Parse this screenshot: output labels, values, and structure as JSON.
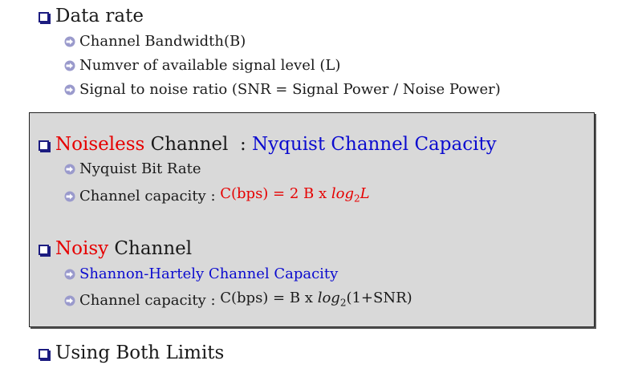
{
  "data_rate": {
    "title": "Data rate",
    "items": [
      "Channel Bandwidth(B)",
      "Numver of available signal level (L)",
      "Signal to noise ratio (SNR = Signal Power / Noise Power)"
    ]
  },
  "noiseless": {
    "title_red": "Noiseless",
    "title_black": " Channel  : ",
    "title_blue": "Nyquist Channel Capacity",
    "item1": "Nyquist Bit Rate",
    "item2_label": "Channel capacity : ",
    "item2_formula_a": "C(bps) = 2 B x ",
    "item2_formula_log": "log",
    "item2_formula_sub": "2",
    "item2_formula_b": "L"
  },
  "noisy": {
    "title_red": "Noisy",
    "title_black": " Channel",
    "item1": "Shannon-Hartely Channel Capacity",
    "item2_label": "Channel capacity : ",
    "item2_formula_a": "C(bps) = B x ",
    "item2_formula_log": "log",
    "item2_formula_sub": "2",
    "item2_formula_b": "(1+SNR)"
  },
  "both": {
    "title": "Using Both Limits"
  },
  "colors": {
    "accent_red": "#e60000",
    "accent_blue": "#0b0bcf",
    "box_bg": "#d9d9d9",
    "bullet_navy": "#1c1c80",
    "arrow_lavender": "#9a9acc"
  }
}
